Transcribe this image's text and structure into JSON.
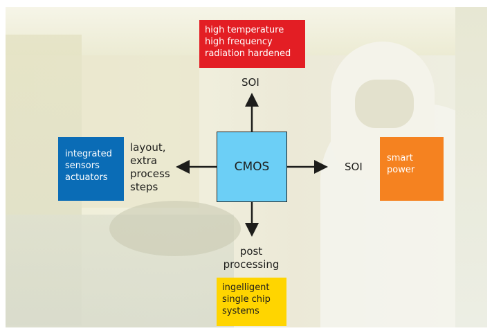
{
  "center": {
    "label": "CMOS",
    "color": "#6ccff6"
  },
  "top": {
    "box_lines": [
      "high temperature",
      "high frequency",
      "radiation hardened"
    ],
    "box_color": "#e31e24",
    "arrow_label": "SOI"
  },
  "left": {
    "box_lines": [
      "integrated",
      "sensors",
      "actuators"
    ],
    "box_color": "#0a6cb6",
    "arrow_label_lines": [
      "layout,",
      "extra",
      "process",
      "steps"
    ]
  },
  "right": {
    "box_lines": [
      "smart",
      "power"
    ],
    "box_color": "#f58220",
    "arrow_label": "SOI"
  },
  "bottom": {
    "box_lines": [
      "ingelligent",
      "single chip",
      "systems"
    ],
    "box_color": "#ffd500",
    "arrow_label_lines": [
      "post",
      "processing"
    ]
  }
}
